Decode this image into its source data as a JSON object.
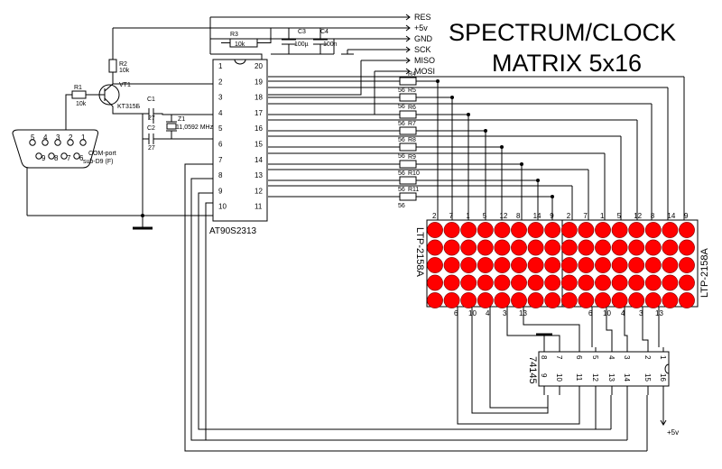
{
  "title": {
    "line1": "SPECTRUM/CLOCK",
    "line2": "MATRIX 5x16"
  },
  "mcu": {
    "name": "AT90S2313",
    "left_pins": [
      "1",
      "2",
      "3",
      "4",
      "5",
      "6",
      "7",
      "8",
      "9",
      "10"
    ],
    "right_pins": [
      "20",
      "19",
      "18",
      "17",
      "16",
      "15",
      "14",
      "13",
      "12",
      "11"
    ]
  },
  "isp": {
    "signals": [
      "RES",
      "+5v",
      "GND",
      "SCK",
      "MISO",
      "MOSI"
    ]
  },
  "parts": {
    "r3": {
      "ref": "R3",
      "value": "10k"
    },
    "c3": {
      "ref": "C3",
      "value": "100µ"
    },
    "c4": {
      "ref": "C4",
      "value": "100n"
    },
    "r2": {
      "ref": "R2",
      "value": "10k"
    },
    "r1": {
      "ref": "R1",
      "value": "10k"
    },
    "vt1": {
      "ref": "VT1",
      "value": "KT315Б"
    },
    "c1": {
      "ref": "C1",
      "value": "27"
    },
    "c2": {
      "ref": "C2",
      "value": "27"
    },
    "z1": {
      "ref": "Z1",
      "value": "11,0592 MHz"
    }
  },
  "resistors": [
    {
      "ref": "R4",
      "value": "56"
    },
    {
      "ref": "R5",
      "value": "56"
    },
    {
      "ref": "R6",
      "value": "56"
    },
    {
      "ref": "R7",
      "value": "56"
    },
    {
      "ref": "R8",
      "value": "56"
    },
    {
      "ref": "R9",
      "value": "56"
    },
    {
      "ref": "R10",
      "value": "56"
    },
    {
      "ref": "R11",
      "value": "56"
    }
  ],
  "connector": {
    "top_pins": [
      "5",
      "4",
      "3",
      "2",
      "1"
    ],
    "bottom_pins": [
      "9",
      "8",
      "7",
      "6"
    ],
    "label1": "COM-port",
    "label2": "sub-D9 (F)"
  },
  "matrix": {
    "left_label": "LTP-2158A",
    "right_label": "LTP-2158A",
    "top_pins": [
      "2",
      "7",
      "1",
      "5",
      "12",
      "8",
      "14",
      "9",
      "2",
      "7",
      "1",
      "5",
      "12",
      "8",
      "14",
      "9"
    ],
    "bottom_pins_a": [
      "6",
      "10",
      "4",
      "3",
      "13"
    ],
    "bottom_pins_b": [
      "6",
      "10",
      "4",
      "3",
      "13"
    ],
    "rows": 5,
    "cols": 16
  },
  "decoder": {
    "name": "74145",
    "top_pins": [
      "8",
      "7",
      "6",
      "5",
      "4",
      "3",
      "2",
      "1"
    ],
    "bottom_pins": [
      "9",
      "10",
      "11",
      "12",
      "13",
      "14",
      "15",
      "16"
    ]
  },
  "supply_label": "+5v"
}
